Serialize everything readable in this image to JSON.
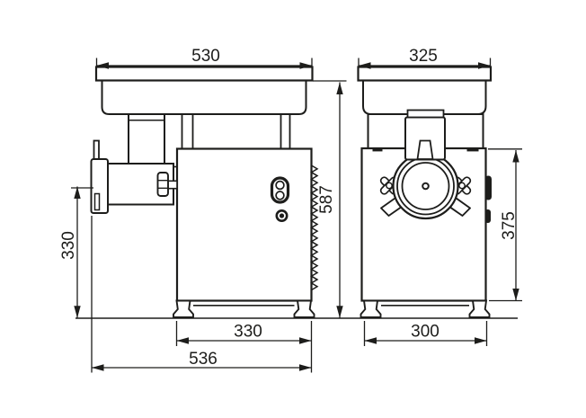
{
  "colors": {
    "line": "#1d1d1b",
    "background": "#ffffff"
  },
  "side_view": {
    "dim_tray_width": "530",
    "dim_total_height": "587",
    "dim_outlet_height": "330",
    "dim_feet_spacing": "330",
    "dim_total_depth": "536"
  },
  "front_view": {
    "dim_tray_width": "325",
    "dim_body_height": "375",
    "dim_feet_spacing": "300"
  }
}
